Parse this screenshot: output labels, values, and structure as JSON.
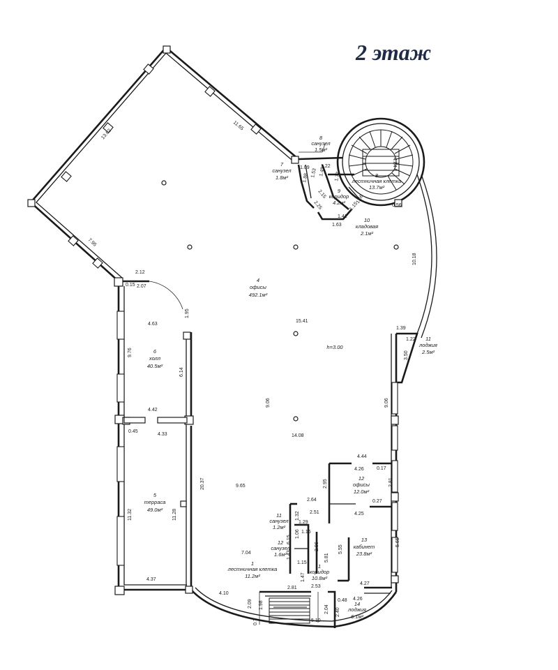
{
  "title": "2 этаж",
  "rooms": [
    {
      "num": "4",
      "name": "офисы",
      "area": "492.1м²"
    },
    {
      "num": "5",
      "name": "терраса",
      "area": "49.0м²"
    },
    {
      "num": "6",
      "name": "холл",
      "area": "40.5м²"
    },
    {
      "num": "7",
      "name": "санузел",
      "area": "1.8м²"
    },
    {
      "num": "8",
      "name": "санузел",
      "area": "1.5м²"
    },
    {
      "num": "8",
      "name": "лестничная клетка",
      "area": "13.7м²"
    },
    {
      "num": "9",
      "name": "коридор",
      "area": "4.2м²"
    },
    {
      "num": "10",
      "name": "кладовая",
      "area": "2.1м²"
    },
    {
      "num": "11",
      "name": "лоджия",
      "area": "2.5м²"
    },
    {
      "num": "12",
      "name": "офисы",
      "area": "12.0м²"
    },
    {
      "num": "13",
      "name": "кабинет",
      "area": "23.8м²"
    },
    {
      "num": "11",
      "name": "санузел",
      "area": "1.2м²"
    },
    {
      "num": "12",
      "name": "санузел",
      "area": "1.6м²"
    },
    {
      "num": "1",
      "name": "лестничная клетка",
      "area": "11.2м²"
    },
    {
      "num": "1",
      "name": "коридор",
      "area": "10.8м²"
    },
    {
      "num": "14",
      "name": "лоджия",
      "area": "6.1м²"
    }
  ],
  "height_note": "h=3.00",
  "dimensions": [
    "13.62",
    "11.65",
    "7.95",
    "2.12",
    "0.15",
    "2.07",
    "1.95",
    "4.63",
    "9.76",
    "6.14",
    "4.42",
    "0.45",
    "4.33",
    "11.32",
    "11.28",
    "20.37",
    "4.37",
    "4.10",
    "15.41",
    "9.06",
    "14.08",
    "9.65",
    "7.04",
    "9.06",
    "3.50",
    "1.39",
    "1.22",
    "10.18",
    "4.84",
    "0.56",
    "1.09",
    "1.22",
    "1.88",
    "1.53",
    "1.45",
    "2.15",
    "2.25",
    "1.77",
    "1.41",
    "1.63",
    "1.56",
    "1.15",
    "4.44",
    "0.17",
    "4.26",
    "2.81",
    "2.95",
    "2.64",
    "0.27",
    "2.51",
    "4.25",
    "1.32",
    "1.29",
    "1.06",
    "1.16",
    "6.15",
    "1.43",
    "2.96",
    "5.81",
    "5.55",
    "5.65",
    "1.15",
    "1.47",
    "2.81",
    "2.53",
    "4.27",
    "0.48",
    "4.26",
    "2.09",
    "1.98",
    "2.04",
    "2.40",
    "5.10",
    "0.7"
  ]
}
